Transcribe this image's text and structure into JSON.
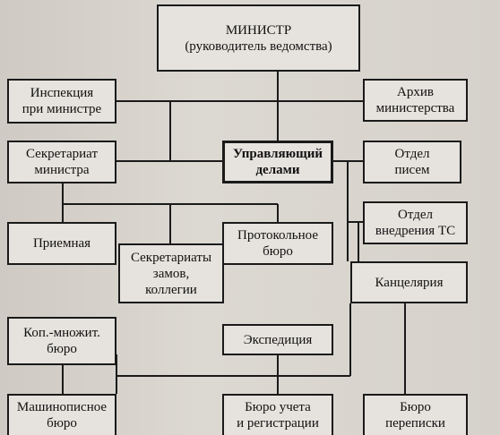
{
  "nodes": {
    "minister": "МИНИСТР\n(руководитель ведомства)",
    "inspection": "Инспекция\nпри министре",
    "archive": "Архив\nминистерства",
    "secretariat": "Секретариат\nминистра",
    "manager": "Управляющий\nделами",
    "letters": "Отдел\nписем",
    "implementation": "Отдел\nвнедрения ТС",
    "reception": "Приемная",
    "deputies": "Секретариаты\nзамов,\nколлегии",
    "protocol": "Протокольное\nбюро",
    "chancery": "Канцелярия",
    "copying": "Коп.-множит.\nбюро",
    "expedition": "Экспедиция",
    "typing": "Машинописное\nбюро",
    "registration": "Бюро учета\nи регистрации",
    "correspondence": "Бюро\nпереписки"
  }
}
